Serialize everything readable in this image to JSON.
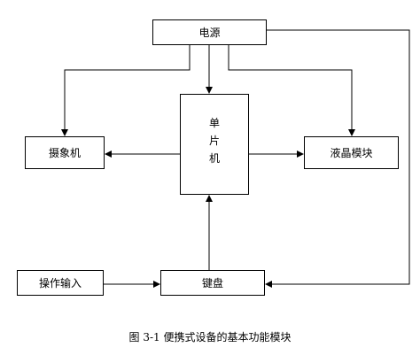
{
  "blocks": {
    "power": "电源",
    "mcu": [
      "单",
      "片",
      "机"
    ],
    "camera": "摄象机",
    "lcd": "液晶模块",
    "input": "操作输入",
    "keyboard": "键盘"
  },
  "caption": "图 3-1  便携式设备的基本功能模块",
  "colors": {
    "line": "#000000",
    "background": "#ffffff"
  }
}
